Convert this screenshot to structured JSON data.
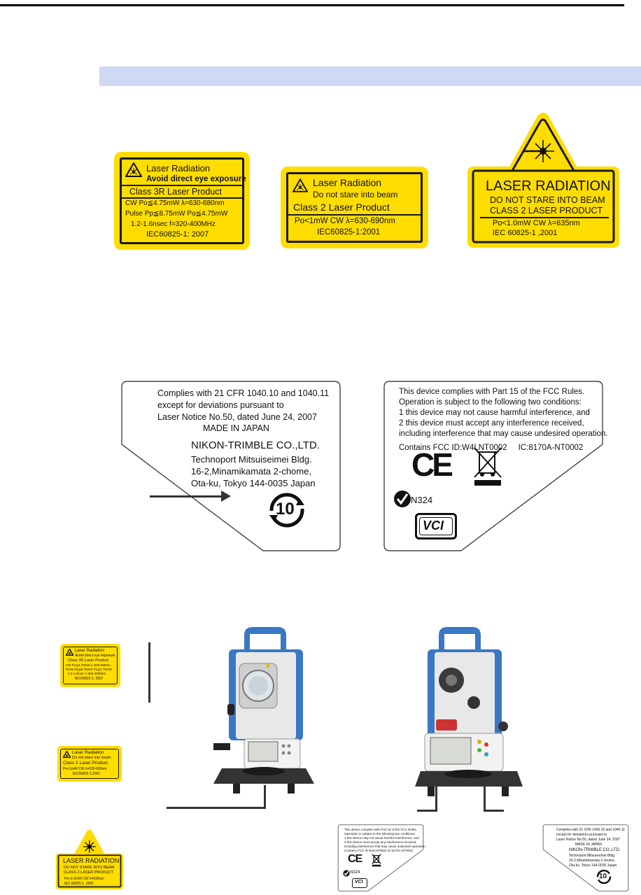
{
  "label_3r": {
    "title": "Laser Radiation",
    "line1": "Avoid direct eye exposure",
    "class": "Class 3R Laser Product",
    "cw_row": "CW    Po≦4.75mW  λ=630-680nm",
    "pulse_row": "Pulse  Pp≦8.75mW  Po≦4.75mW",
    "timing_row": "1.2-1.6nsec   f=320-400MHz",
    "standard": "IEC60825-1: 2007"
  },
  "label_2": {
    "title": "Laser Radiation",
    "line1": "Do not stare into beam",
    "class": "Class 2 Laser Product",
    "spec": "Po<1mW  CW   λ=630-690nm",
    "standard": "IEC60825-1:2001"
  },
  "label_2_large": {
    "title": "LASER RADIATION",
    "line1": "DO NOT STARE INTO BEAM",
    "class": "CLASS 2 LASER PRODUCT",
    "spec": "Po<1.0mW     CW   λ=635nm",
    "standard": "IEC     60825-1 ,2001"
  },
  "compliance_label": {
    "lines": [
      "Complies with 21 CFR 1040.10 and 1040.11",
      "except for deviations pursuant to",
      "Laser Notice No.50, dated June 24, 2007",
      "MADE IN JAPAN"
    ],
    "company": "NIKON-TRIMBLE CO.,LTD.",
    "address": [
      "Technoport Mitsuiseimei Bldg.",
      "16-2,Minamikamata 2-chome,",
      "Ota-ku, Tokyo  144-0035  Japan"
    ],
    "eco_mark": "10"
  },
  "fcc_label": {
    "lines": [
      "This device complies with Part 15 of the FCC Rules.",
      "Operation is subject to the following two conditions:",
      "1 this device may not cause harmful interference, and",
      "2 this device must accept any interference received,",
      "including interference that may cause undesired operation."
    ],
    "ids": "Contains FCC ID:W4LNT0002     IC:8170A-NT0002",
    "ce": "CE",
    "ctick": "N324",
    "vci": "VCI"
  },
  "icons": {
    "laser_warning": "laser-warning-icon",
    "ce_mark": "ce-mark-icon",
    "weee": "crossed-bin-icon",
    "ctick": "c-tick-icon",
    "vci": "vci-icon",
    "eco": "eco-10-icon"
  },
  "colors": {
    "label_yellow": "#ffdd00",
    "header_bar": "#cfd9f3",
    "instrument_blue": "#3a78c4"
  }
}
